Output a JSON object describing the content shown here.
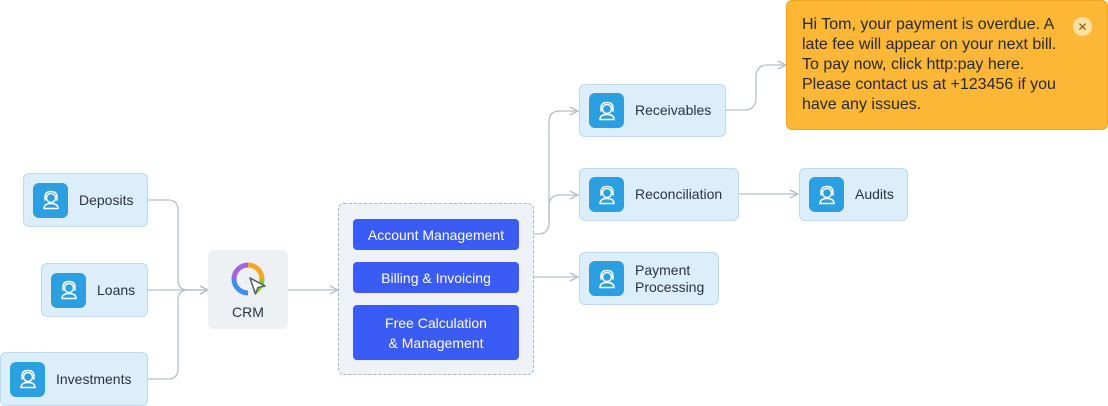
{
  "colors": {
    "node_bg": "#dbeef9",
    "icon_bg": "#2b9fe0",
    "button_bg": "#3b5bf5",
    "toast_bg": "#fbb735",
    "connector": "#b8bfc6"
  },
  "sources": [
    {
      "label": "Deposits",
      "icon": "support-agent-icon"
    },
    {
      "label": "Loans",
      "icon": "support-agent-icon"
    },
    {
      "label": "Investments",
      "icon": "support-agent-icon"
    }
  ],
  "crm": {
    "label": "CRM",
    "icon": "crm-logo-icon"
  },
  "modules": {
    "account_management": "Account Management",
    "billing_invoicing": "Billing & Invoicing",
    "free_calculation_line1": "Free Calculation",
    "free_calculation_line2": "& Management"
  },
  "outputs": {
    "receivables": "Receivables",
    "reconciliation": "Reconciliation",
    "payment_processing_line1": "Payment",
    "payment_processing_line2": "Processing",
    "audits": "Audits"
  },
  "toast": {
    "lines": [
      "Hi Tom, your payment is overdue. A",
      "late fee will appear on your next bill.",
      "To pay now, click http:pay here.",
      "Please contact us at +123456 if you",
      "have any issues."
    ],
    "close_symbol": "✕"
  }
}
